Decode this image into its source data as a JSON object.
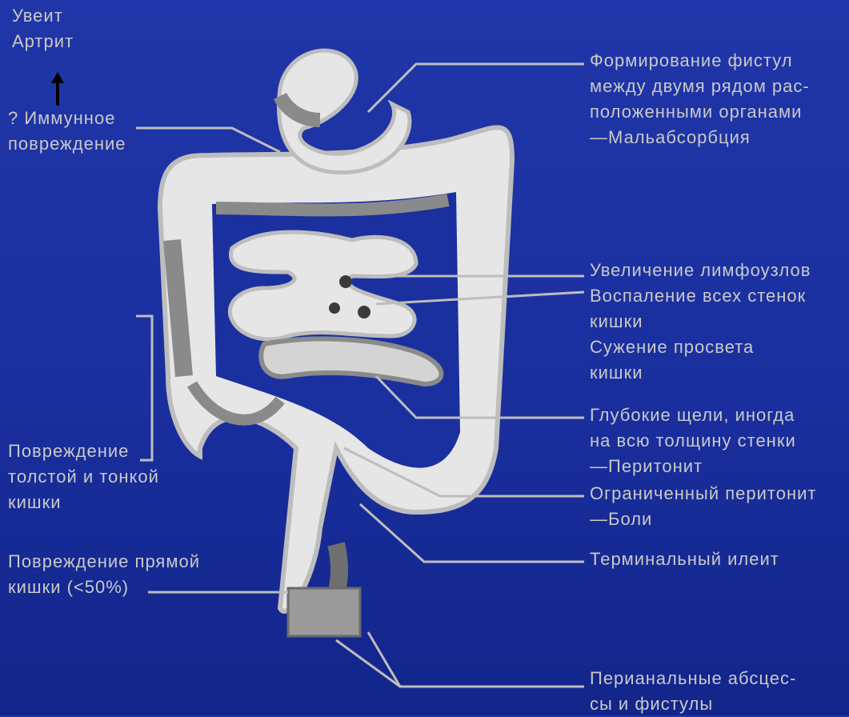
{
  "labels": {
    "top_left": [
      "Увеит",
      "Артрит"
    ],
    "immune": [
      "? Иммунное",
      "повреждение"
    ],
    "fistula": [
      "Формирование  фистул",
      "между двумя рядом рас-",
      "положенными органами",
      "—Мальабсорбция"
    ],
    "lymph": [
      "Увеличение  лимфоузлов",
      "Воспаление  всех стенок",
      "кишки",
      "Сужение  просвета",
      "кишки"
    ],
    "fissures": [
      "Глубокие  щели, иногда",
      "на  всю толщину стенки",
      "—Перитонит"
    ],
    "peritonitis": [
      "Ограниченный  перитонит",
      "—Боли"
    ],
    "ileitis": [
      "Терминальный  илеит"
    ],
    "colon_damage": [
      "Повреждение",
      "толстой и тонкой",
      "кишки"
    ],
    "rectum_damage": [
      "Повреждение прямой",
      "кишки (<50%)"
    ],
    "perianal": [
      "Перианальные  абсцес-",
      "сы и фистулы"
    ]
  },
  "colors": {
    "background": "#1a2f9e",
    "text": "#c9c9c9",
    "intestine_fill": "#e6e6e6",
    "inflamed": "#8a8a8a",
    "leader_line": "#bdbdbd"
  }
}
